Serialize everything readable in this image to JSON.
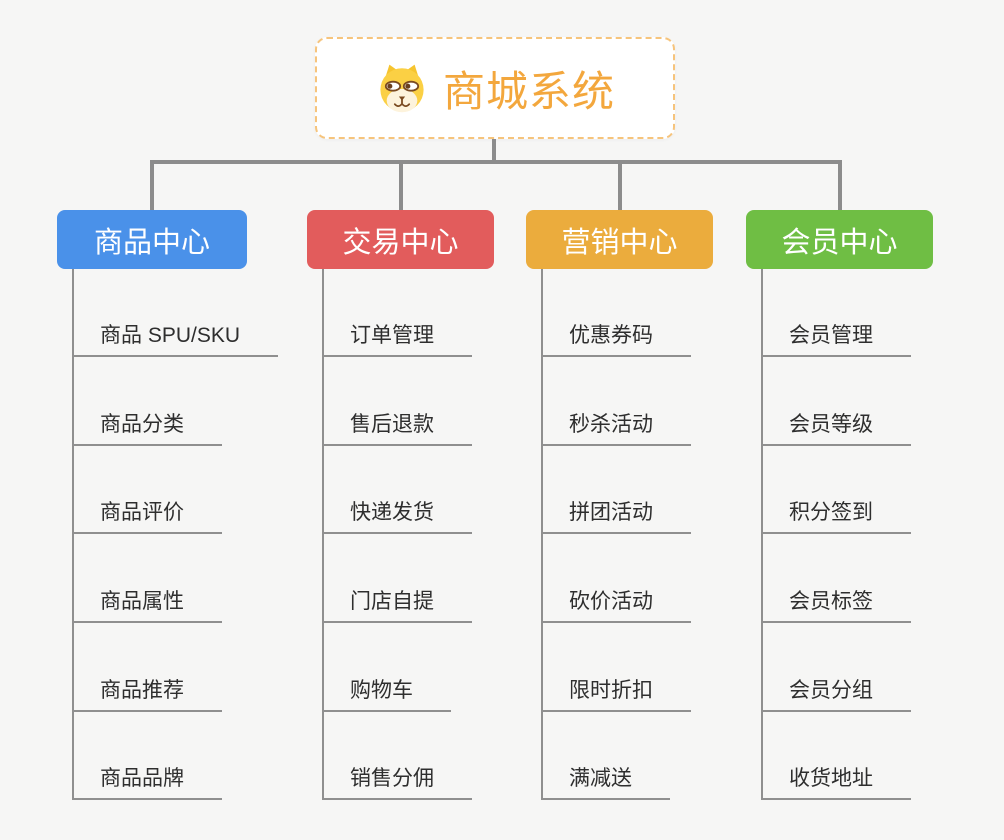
{
  "root": {
    "title": "商城系统",
    "icon": "dog-icon",
    "title_color": "#f3a73d",
    "border_color": "#f6c47c"
  },
  "connector_color": "#8c8c8c",
  "branches": [
    {
      "label": "商品中心",
      "color": "#4a91e9",
      "items": [
        "商品 SPU/SKU",
        "商品分类",
        "商品评价",
        "商品属性",
        "商品推荐",
        "商品品牌"
      ]
    },
    {
      "label": "交易中心",
      "color": "#e25c5c",
      "items": [
        "订单管理",
        "售后退款",
        "快递发货",
        "门店自提",
        "购物车",
        "销售分佣"
      ]
    },
    {
      "label": "营销中心",
      "color": "#ebac3d",
      "items": [
        "优惠券码",
        "秒杀活动",
        "拼团活动",
        "砍价活动",
        "限时折扣",
        "满减送"
      ]
    },
    {
      "label": "会员中心",
      "color": "#6fbe44",
      "items": [
        "会员管理",
        "会员等级",
        "积分签到",
        "会员标签",
        "会员分组",
        "收货地址"
      ]
    }
  ]
}
